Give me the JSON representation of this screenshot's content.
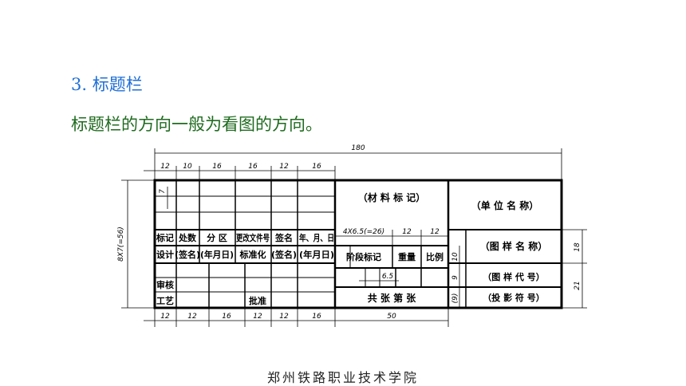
{
  "heading": "3. 标题栏",
  "subtitle": "标题栏的方向一般为看图的方向。",
  "footer": "郑州铁路职业技术学院",
  "block": {
    "material": "（材 料 标 记）",
    "unit_name": "（单 位 名 称）",
    "drawing_name": "（图 样 名 称）",
    "drawing_code": "（图 样 代 号）",
    "projection": "（投 影 符 号）",
    "sheets": "共 张 第 张",
    "stage_mark": "阶段标记",
    "weight": "重量",
    "scale": "比例",
    "row1": [
      "标记",
      "处数",
      "分 区",
      "更改文件号",
      "签名",
      "年、月、日"
    ],
    "row2": [
      "设计",
      "(签名)",
      "(年月日)",
      "标准化",
      "(签名)",
      "(年月日)"
    ],
    "review": "审核",
    "process": "工艺",
    "approve": "批准"
  },
  "dims": {
    "total": "180",
    "top": [
      "12",
      "10",
      "16",
      "16",
      "12",
      "16"
    ],
    "bottom": [
      "12",
      "12",
      "16",
      "12",
      "12",
      "16",
      "50"
    ],
    "height_left": "8X7(=56)",
    "stage_dim": "4X6.5(=26)",
    "w12a": "12",
    "w12b": "12",
    "h7": "7",
    "h65": "6.5",
    "r10": "10",
    "r9": "9",
    "r19": "(9)",
    "h18": "18",
    "h21": "21"
  }
}
